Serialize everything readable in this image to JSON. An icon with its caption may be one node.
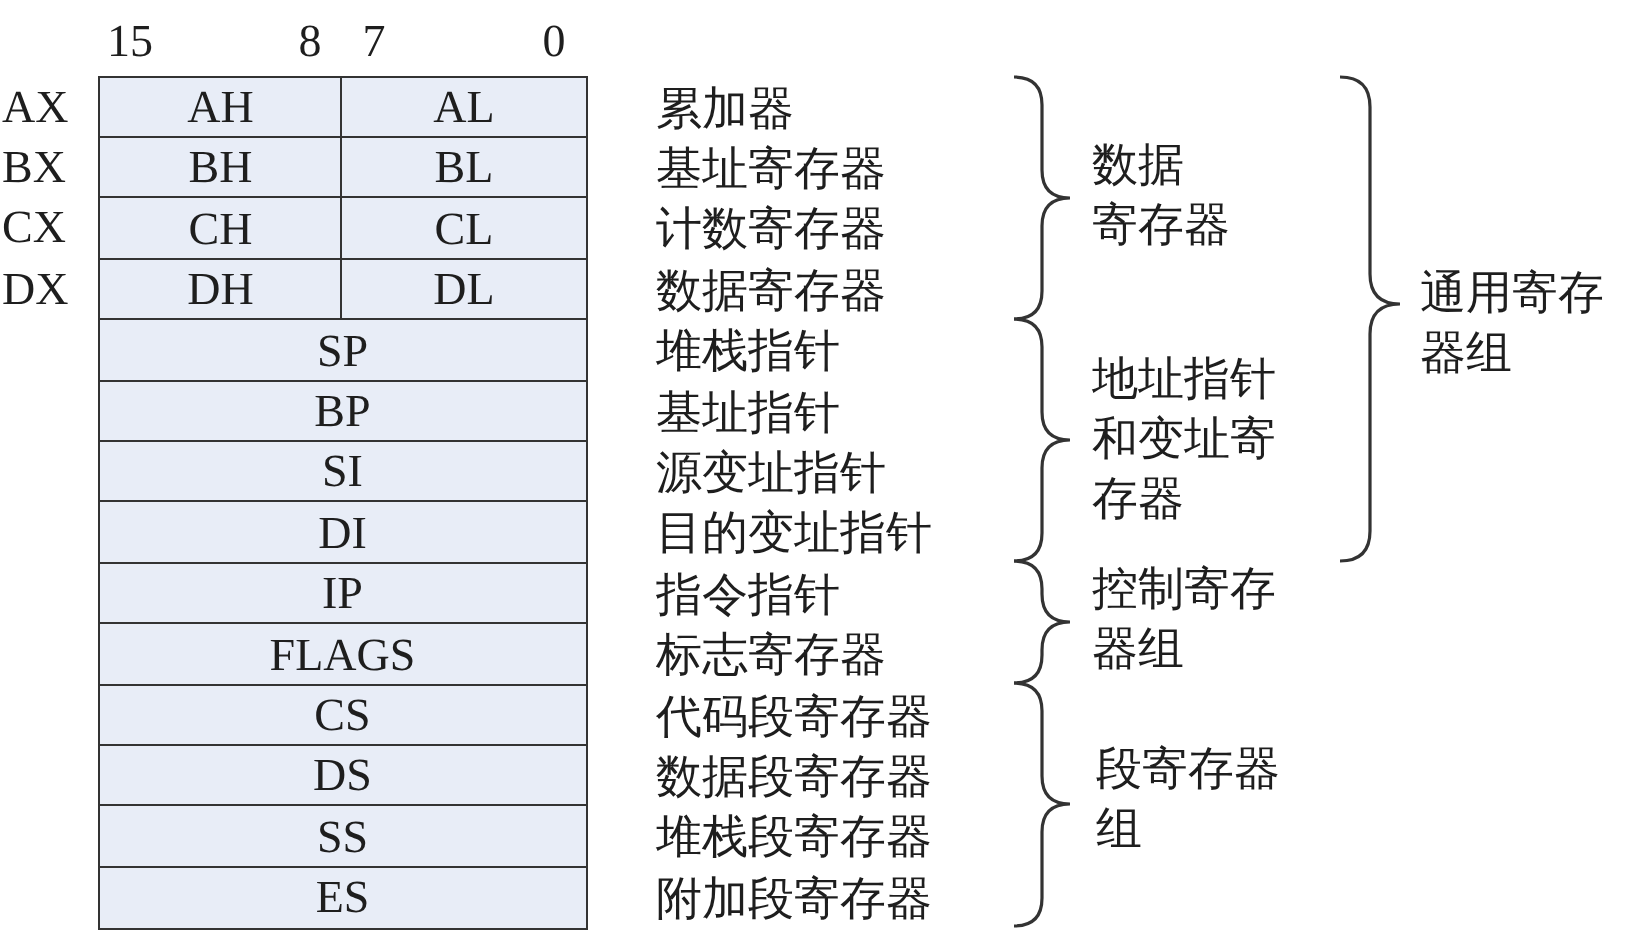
{
  "diagram": {
    "nodes": [
      {
        "text": [
          "AH"
        ]
      },
      {
        "text": [
          "AL"
        ]
      },
      {
        "text": [
          "BH"
        ]
      },
      {
        "text": [
          "BL"
        ]
      },
      {
        "text": [
          "CH"
        ]
      },
      {
        "text": [
          "CL"
        ]
      },
      {
        "text": [
          "DH"
        ]
      },
      {
        "text": [
          "DL"
        ]
      },
      {
        "text": [
          "SP"
        ]
      },
      {
        "text": [
          "BP"
        ]
      },
      {
        "text": [
          "SI"
        ]
      },
      {
        "text": [
          "DI"
        ]
      },
      {
        "text": [
          "IP"
        ]
      },
      {
        "text": [
          "FLAGS"
        ]
      },
      {
        "text": [
          "CS"
        ]
      },
      {
        "text": [
          "DS"
        ]
      },
      {
        "text": [
          "SS"
        ]
      },
      {
        "text": [
          "ES"
        ]
      }
    ],
    "labels": [
      "15",
      "8",
      "7",
      "0",
      "AX",
      "BX",
      "CX",
      "DX",
      "累加器",
      "基址寄存器",
      "计数寄存器",
      "数据寄存器",
      "堆栈指针",
      "基址指针",
      "源变址指针",
      "目的变址指针",
      "指令指针",
      "标志寄存器",
      "代码段寄存器",
      "数据段寄存器",
      "堆栈段寄存器",
      "附加段寄存器",
      "数据寄存器",
      "地址指针和变址寄存器",
      "控制寄存器组",
      "段寄存器组",
      "通用寄存器组"
    ]
  }
}
